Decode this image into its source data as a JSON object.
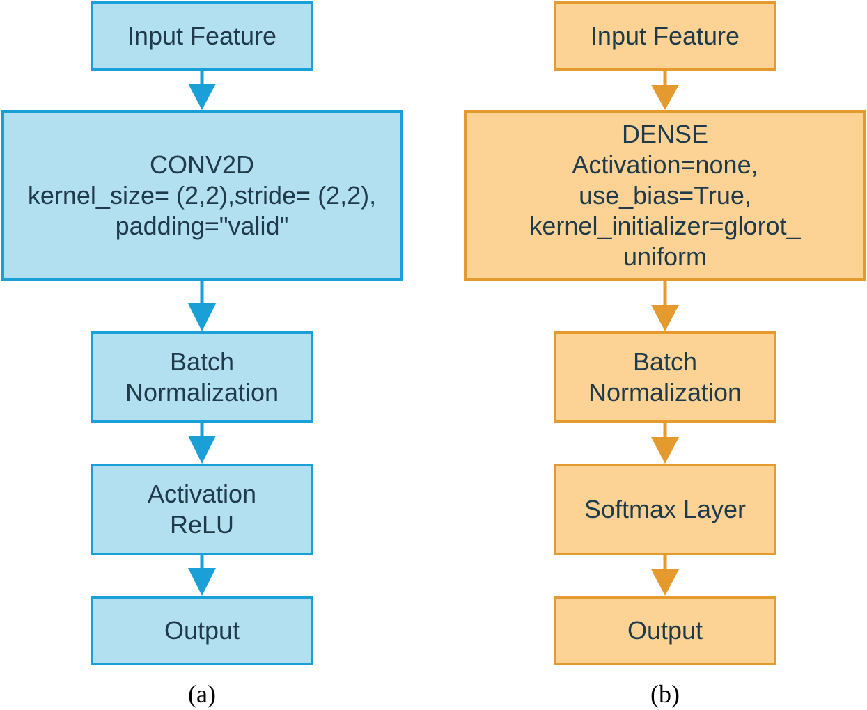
{
  "diagram_a": {
    "colors": {
      "fill": "#b3e0f1",
      "stroke": "#1a9fd6"
    },
    "nodes": {
      "input": [
        "Input Feature"
      ],
      "conv": [
        "CONV2D",
        "kernel_size= (2,2),stride= (2,2),",
        "padding=\"valid\""
      ],
      "bn": [
        "Batch",
        "Normalization"
      ],
      "act": [
        "Activation",
        "ReLU"
      ],
      "output": [
        "Output"
      ]
    },
    "caption": "(a)"
  },
  "diagram_b": {
    "colors": {
      "fill": "#fcd295",
      "stroke": "#e59a2e"
    },
    "nodes": {
      "input": [
        "Input Feature"
      ],
      "dense": [
        "DENSE",
        "Activation=none,",
        "use_bias=True,",
        "kernel_initializer=glorot_",
        "uniform"
      ],
      "bn": [
        "Batch",
        "Normalization"
      ],
      "softmax": [
        "Softmax Layer"
      ],
      "output": [
        "Output"
      ]
    },
    "caption": "(b)"
  }
}
